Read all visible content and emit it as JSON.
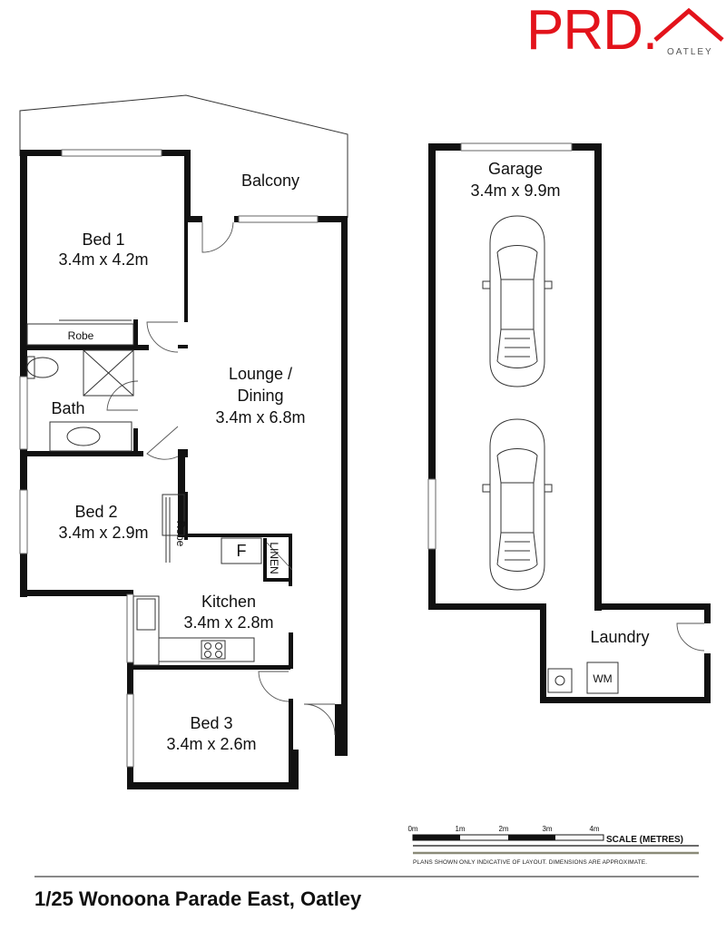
{
  "brand": {
    "name": "PRD.",
    "office": "OATLEY",
    "color": "#e3131b"
  },
  "rooms": {
    "balcony": "Balcony",
    "bed1_name": "Bed 1",
    "bed1_size": "3.4m x 4.2m",
    "robe1": "Robe",
    "bath": "Bath",
    "bed2_name": "Bed 2",
    "bed2_size": "3.4m x 2.9m",
    "robe2": "Robe",
    "lounge_name_1": "Lounge /",
    "lounge_name_2": "Dining",
    "lounge_size": "3.4m x 6.8m",
    "fridge": "F",
    "linen": "LINEN",
    "kitchen_name": "Kitchen",
    "kitchen_size": "3.4m x 2.8m",
    "bed3_name": "Bed 3",
    "bed3_size": "3.4m x 2.6m",
    "garage_name": "Garage",
    "garage_size": "3.4m x 9.9m",
    "laundry": "Laundry",
    "wm": "WM"
  },
  "scale": {
    "ticks": [
      "0m",
      "1m",
      "2m",
      "3m",
      "4m"
    ],
    "title": "SCALE (METRES)",
    "disclaimer": "PLANS SHOWN ONLY INDICATIVE OF LAYOUT.  DIMENSIONS ARE APPROXIMATE."
  },
  "address": "1/25 Wonoona Parade East, Oatley"
}
